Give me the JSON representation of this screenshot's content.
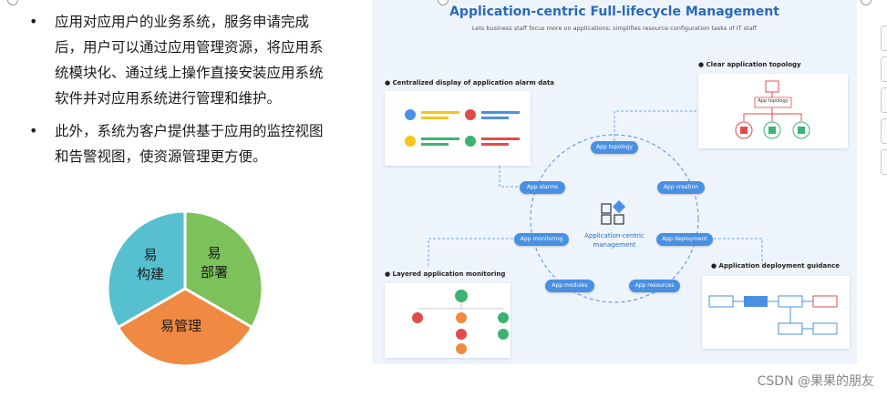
{
  "left": {
    "bullets": [
      "应用对应用户的业务系统，服务申请完成后，用户可以通过应用管理资源，将应用系统模块化、通过线上操作直接安装应用系统软件并对应用系统进行管理和维护。",
      "此外，系统为客户提供基于应用的监控视图和告警视图，使资源管理更方便。"
    ],
    "bullet_symbol": "•",
    "pie": {
      "slices": [
        {
          "label_line1": "易",
          "label_line2": "部署",
          "color": "#7dc15b"
        },
        {
          "label_line1": "易管理",
          "label_line2": "",
          "color": "#f08a42"
        },
        {
          "label_line1": "易",
          "label_line2": "构建",
          "color": "#56c0d0"
        }
      ]
    }
  },
  "diagram": {
    "title": "Application-centric Full-lifecycle Management",
    "subtitle": "Lets business staff focus more on applications; simplifies resource configuration tasks of IT staff",
    "sections": {
      "alarm": "● Centralized display of application alarm data",
      "topology": "● Clear application topology",
      "monitoring": "● Layered application monitoring",
      "deployment": "● Application deployment guidance"
    },
    "topology_box_label": "App topology",
    "center_label_line1": "Application-centric",
    "center_label_line2": "management",
    "cycle": {
      "topology": "App topology",
      "creation": "App creation",
      "deployment": "App deployment",
      "resources": "App resources",
      "modules": "App modules",
      "monitoring": "App monitoring",
      "alarms": "App alarms"
    },
    "colors": {
      "accent": "#4a90e2",
      "title": "#2c6ab8",
      "red": "#e34b4b",
      "green": "#3cb371",
      "yellow": "#f5c518"
    }
  },
  "watermark": "CSDN @果果的朋友"
}
